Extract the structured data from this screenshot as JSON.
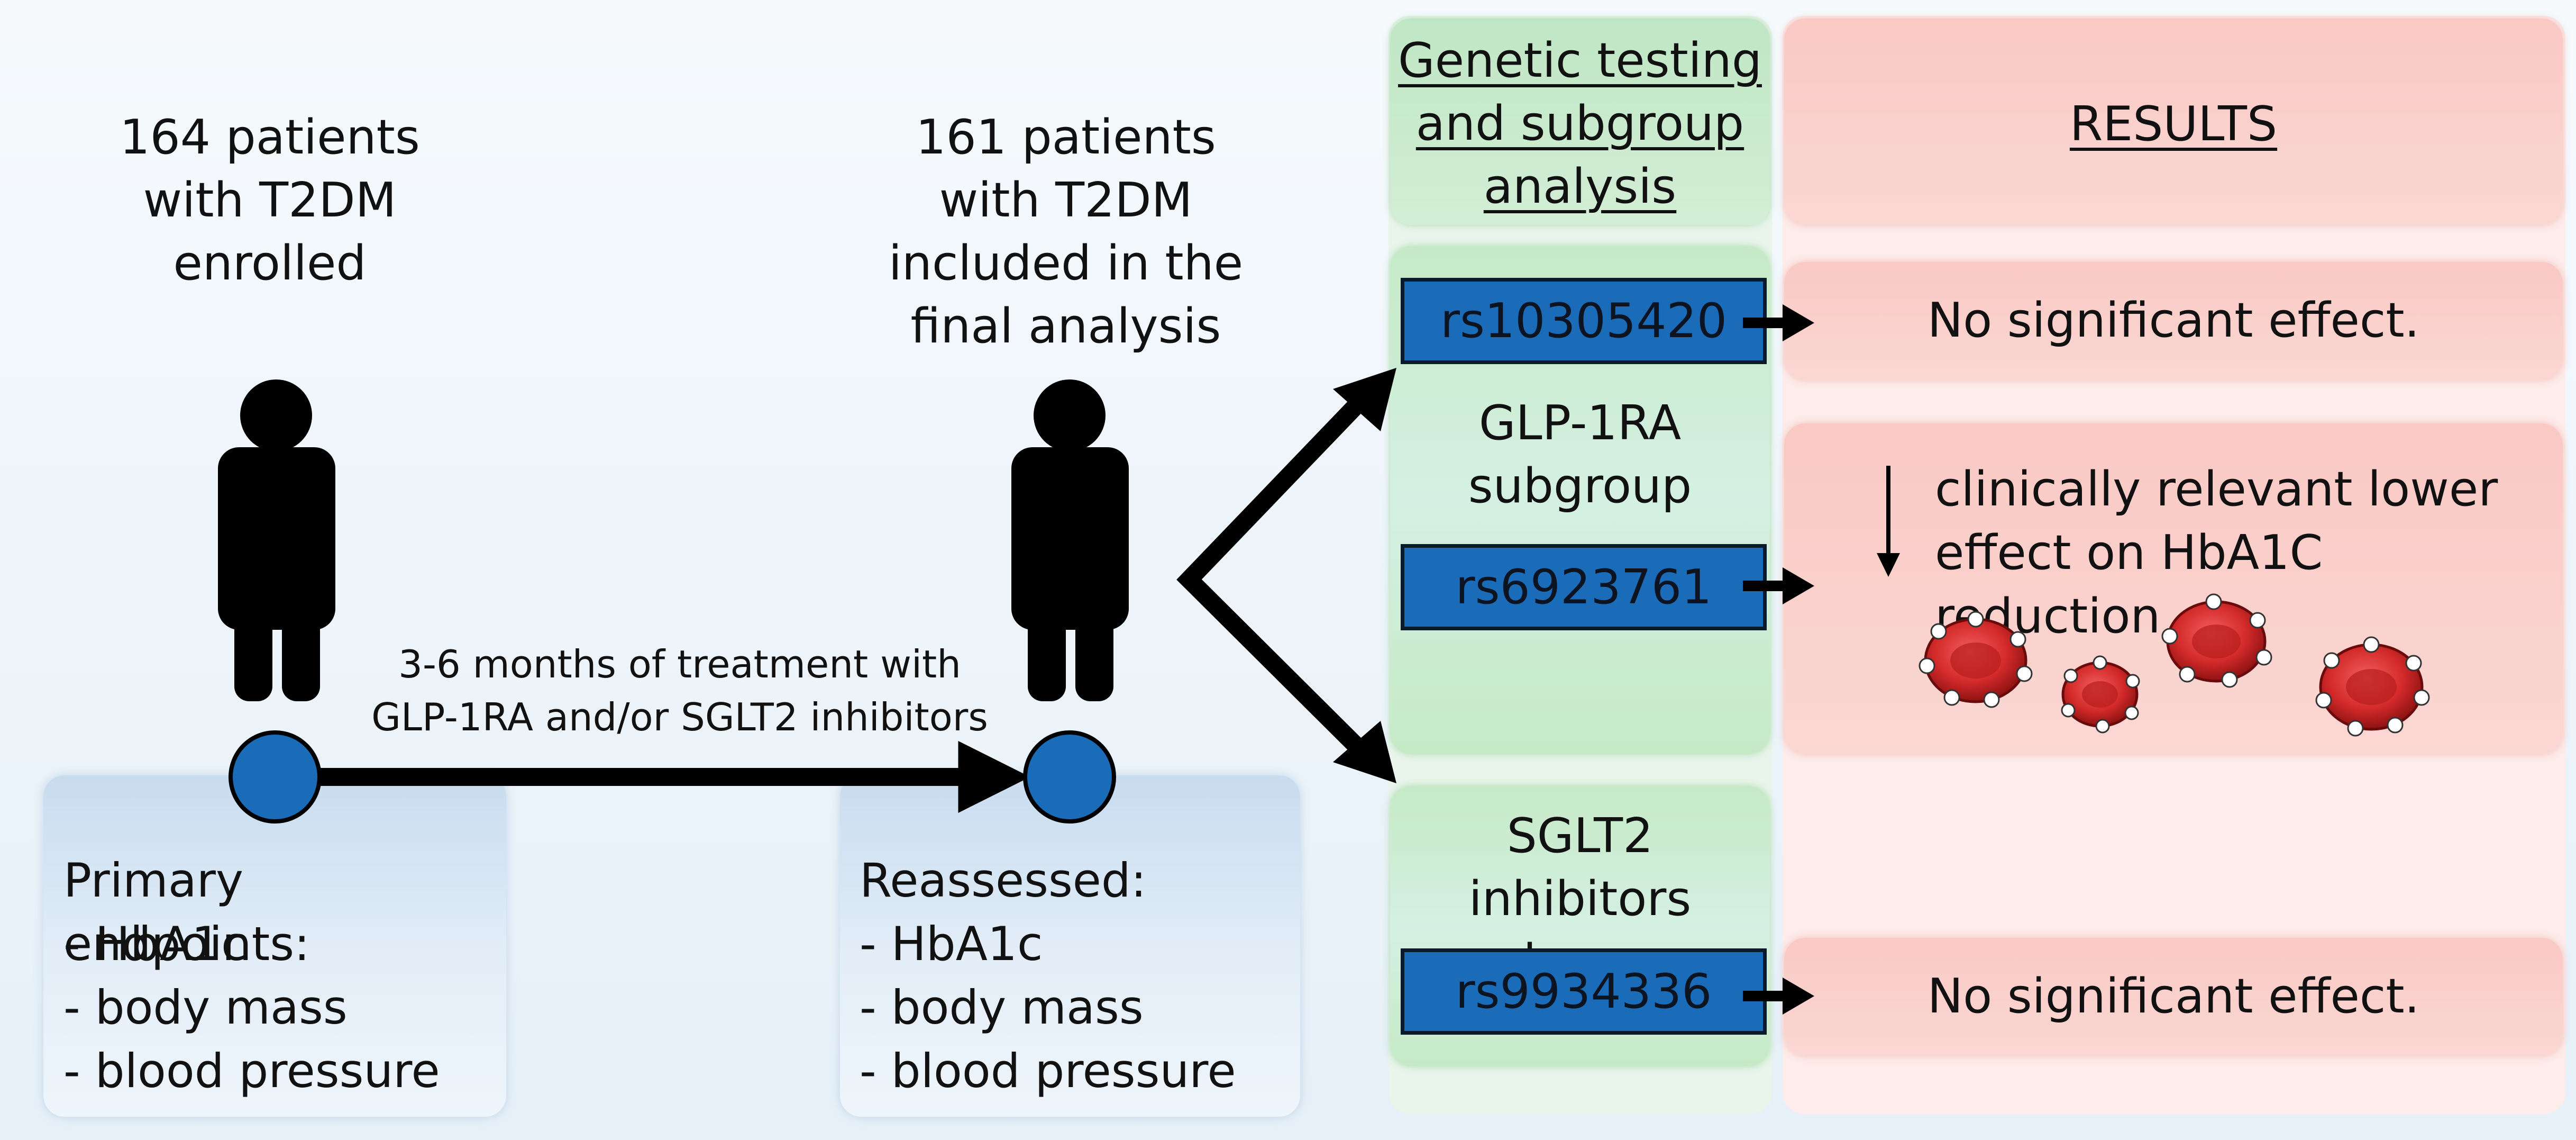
{
  "left": {
    "header": "164 patients\nwith T2DM\nenrolled",
    "endpoints_title": "Primary endpoints:",
    "endpoints_items": "- HbA1c\n- body mass\n- blood pressure"
  },
  "arrow_label": "3-6 months of treatment with\nGLP-1RA and/or SGLT2 inhibitors",
  "middle": {
    "header": "161 patients\nwith T2DM\nincluded in the\nfinal analysis",
    "reassessed_title": "Reassessed:",
    "reassessed_items": "- HbA1c\n- body mass\n- blood pressure"
  },
  "genetic": {
    "header": "Genetic testing\nand subgroup\nanalysis",
    "glp1_label": "GLP-1RA\nsubgroup",
    "sglt2_label": "SGLT2 inhibitors\nsubgroup",
    "snps": [
      "rs10305420",
      "rs6923761",
      "rs9934336"
    ]
  },
  "results": {
    "header": "RESULTS",
    "result1": "No significant effect.",
    "result2": "clinically relevant  lower\neffect on HbA1C reduction",
    "result3": "No significant effect."
  },
  "colors": {
    "snp_box": "#1b6cb8",
    "timeline_dot": "#1b6cb8",
    "blood_cell": "#d42a2a",
    "green_panel": "#c6eac6",
    "pink_panel": "#f9c9c4"
  }
}
